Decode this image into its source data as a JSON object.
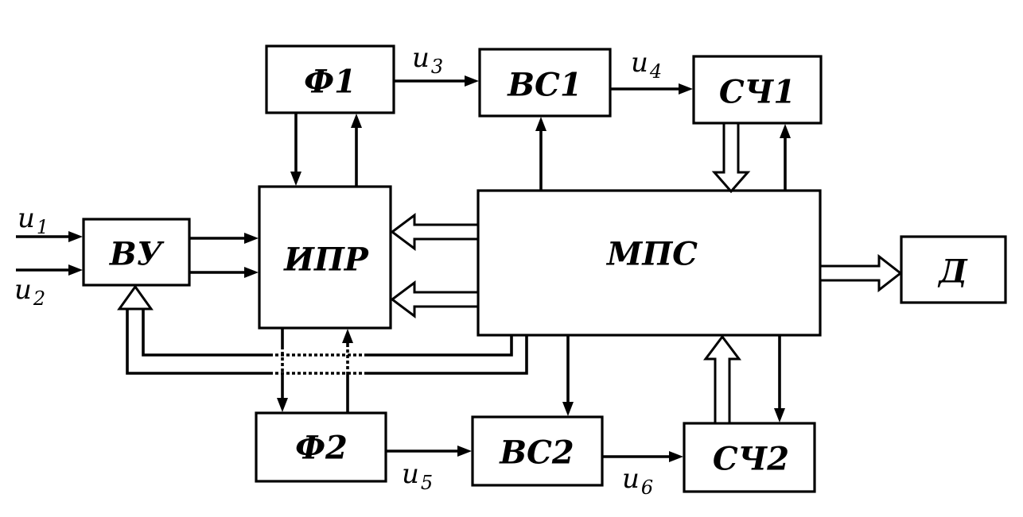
{
  "blocks": {
    "f1": "Ф1",
    "bc1": "ВС1",
    "sch1": "СЧ1",
    "vu": "ВУ",
    "ipr": "ИПР",
    "mps": "МПС",
    "d": "Д",
    "f2": "Ф2",
    "bc2": "ВС2",
    "sch2": "СЧ2"
  },
  "signals": {
    "u1": {
      "base": "u",
      "sub": "1"
    },
    "u2": {
      "base": "u",
      "sub": "2"
    },
    "u3": {
      "base": "u",
      "sub": "3"
    },
    "u4": {
      "base": "u",
      "sub": "4"
    },
    "u5": {
      "base": "u",
      "sub": "5"
    },
    "u6": {
      "base": "u",
      "sub": "6"
    }
  }
}
